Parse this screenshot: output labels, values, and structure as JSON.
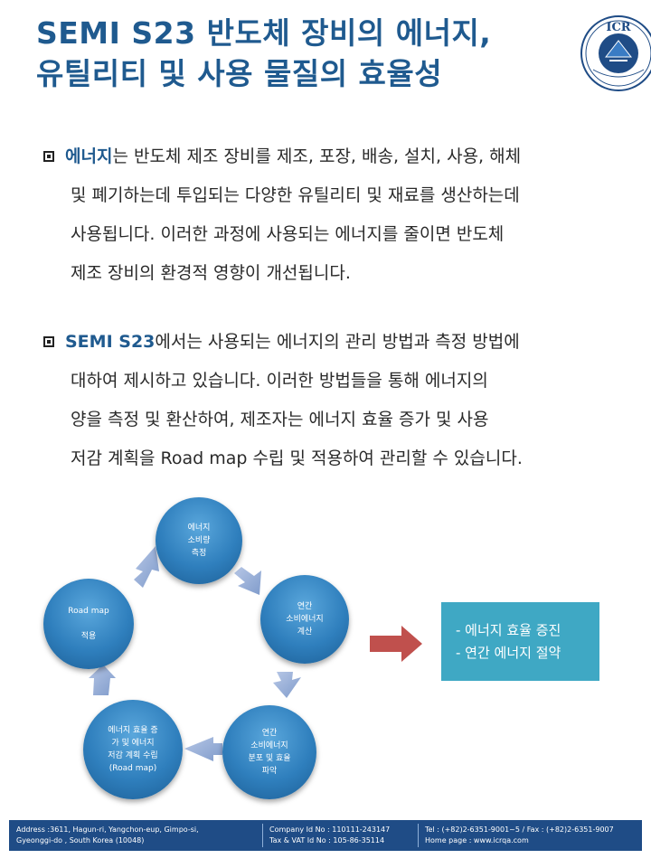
{
  "title": {
    "line1": "SEMI S23 반도체 장비의 에너지,",
    "line2": "유틸리티 및 사용 물질의 효율성"
  },
  "logo": {
    "text": "ICR"
  },
  "para1": {
    "highlight": "에너지",
    "line1_rest": "는 반도체 제조 장비를 제조, 포장, 배송, 설치, 사용, 해체",
    "line2": "및 폐기하는데 투입되는 다양한 유틸리티 및 재료를 생산하는데",
    "line3": "사용됩니다. 이러한 과정에 사용되는 에너지를 줄이면 반도체",
    "line4": "제조 장비의 환경적 영향이 개선됩니다."
  },
  "para2": {
    "highlight": "SEMI S23",
    "line1_rest": "에서는 사용되는 에너지의 관리 방법과 측정 방법에",
    "line2": "대하여 제시하고 있습니다. 이러한 방법들을 통해 에너지의",
    "line3": "양을 측정 및 환산하여, 제조자는 에너지 효율 증가 및 사용",
    "line4": "저감 계획을 Road map 수립 및 적용하여 관리할 수 있습니다."
  },
  "cycle": {
    "node_top": "에너지\n소비량\n측정",
    "node_right": "연간\n소비에너지\n계산",
    "node_bottom_right": "연간\n소비에너지\n분포 및 효율\n파악",
    "node_bottom_left": "에너지 효율 증\n가 및 에너지\n저감 계획 수립\n(Road map)",
    "node_left": "Road map\n\n적용"
  },
  "result": {
    "item1": "- 에너지 효율 증진",
    "item2": "- 연간 에너지 절약"
  },
  "footer": {
    "address1": "Address :3611, Hagun-ri, Yangchon-eup, Gimpo-si,",
    "address2": "Gyeonggi-do , South Korea (10048)",
    "company_id": "Company Id No : 110111-243147",
    "tax_id": "Tax & VAT Id No : 105-86-35114",
    "tel": "Tel : (+82)2-6351-9001~5 / Fax : (+82)2-6351-9007",
    "homepage": "Home page : www.icrqa.com"
  },
  "colors": {
    "title": "#1f5a8f",
    "node": "#2f7fbd",
    "arrow_small": "#8da9d4",
    "arrow_big": "#c0504d",
    "result_box": "#3fa8c4",
    "footer": "#1f4c86"
  }
}
